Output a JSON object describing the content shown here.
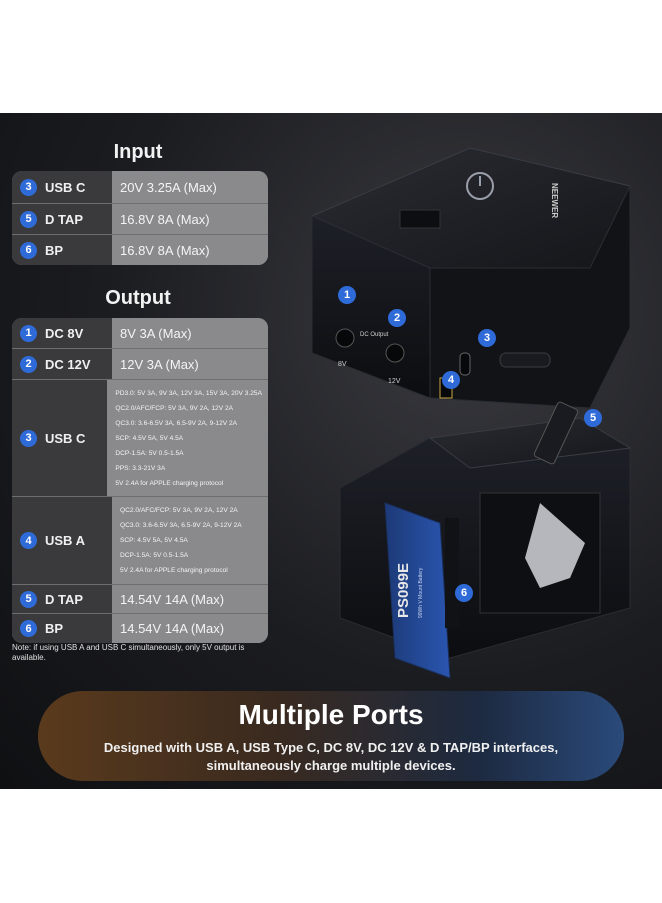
{
  "input": {
    "heading": "Input",
    "rows": [
      {
        "num": "3",
        "label": "USB C",
        "value": "20V 3.25A (Max)"
      },
      {
        "num": "5",
        "label": "D TAP",
        "value": "16.8V 8A (Max)"
      },
      {
        "num": "6",
        "label": "BP",
        "value": "16.8V 8A (Max)"
      }
    ]
  },
  "output": {
    "heading": "Output",
    "rows": [
      {
        "num": "1",
        "label": "DC 8V",
        "value": "8V 3A (Max)"
      },
      {
        "num": "2",
        "label": "DC 12V",
        "value": "12V 3A (Max)"
      },
      {
        "num": "3",
        "label": "USB C",
        "lines": [
          "PD3.0: 5V 3A, 9V 3A, 12V 3A, 15V 3A, 20V 3.25A",
          "QC2.0/AFC/FCP: 5V 3A, 9V 2A, 12V 2A",
          "QC3.0: 3.6-6.5V 3A, 6.5-9V 2A, 9-12V 2A",
          "SCP: 4.5V 5A, 5V 4.5A",
          "DCP-1.5A: 5V 0.5-1.5A",
          "PPS: 3.3-21V 3A",
          "5V 2.4A for APPLE charging protocol"
        ]
      },
      {
        "num": "4",
        "label": "USB A",
        "lines": [
          "QC2.0/AFC/FCP: 5V 3A, 9V 2A, 12V 2A",
          "QC3.0: 3.6-6.5V 3A, 6.5-9V 2A, 9-12V 2A",
          "SCP: 4.5V 5A, 5V 4.5A",
          "DCP-1.5A: 5V 0.5-1.5A",
          "5V 2.4A for APPLE charging protocol"
        ]
      },
      {
        "num": "5",
        "label": "D TAP",
        "value": "14.54V 14A (Max)"
      },
      {
        "num": "6",
        "label": "BP",
        "value": "14.54V 14A (Max)"
      }
    ]
  },
  "note": "Note: if using USB A and USB C simultaneously, only 5V output is available.",
  "device": {
    "brand": "NEEWER",
    "model": "PS099E",
    "model_sub": "99Wh V Mount Battery",
    "dc_output_label": "DC Output",
    "port_8v": "8V",
    "port_12v": "12V",
    "callouts": [
      "1",
      "2",
      "3",
      "4",
      "5",
      "6"
    ]
  },
  "banner": {
    "title": "Multiple Ports",
    "subtitle_line1": "Designed with USB A, USB Type C, DC 8V, DC 12V & D TAP/BP interfaces,",
    "subtitle_line2": "simultaneously charge multiple devices."
  }
}
